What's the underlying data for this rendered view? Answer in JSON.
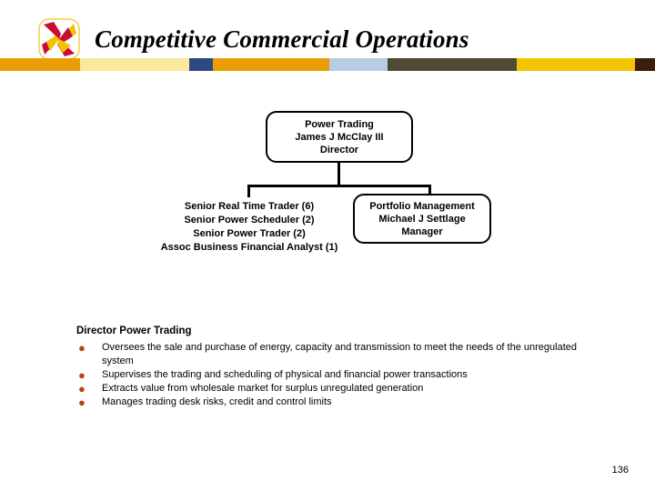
{
  "slide": {
    "title": "Competitive Commercial Operations",
    "page_number": "136",
    "logo_name": "pinwheel-square-logo",
    "background_color": "#ffffff"
  },
  "color_bar": {
    "segments": [
      {
        "color": "#eb9d06",
        "width": 88
      },
      {
        "color": "#fbe99b",
        "width": 120
      },
      {
        "color": "#2d4a80",
        "width": 26
      },
      {
        "color": "#eb9d06",
        "width": 128
      },
      {
        "color": "#b8cce4",
        "width": 64
      },
      {
        "color": "#4f4a38",
        "width": 142
      },
      {
        "color": "#f2c500",
        "width": 130
      },
      {
        "color": "#3b1f0b",
        "width": 40
      },
      {
        "color": "#ece0c6",
        "width": 28
      },
      {
        "color": "#f2f2f0",
        "width": 60
      },
      {
        "color": "#e3201f",
        "width": 76
      },
      {
        "color": "#3c8a21",
        "width": 26
      }
    ]
  },
  "org_chart": {
    "nodes": [
      {
        "id": "power-trading",
        "style": "box",
        "lines": [
          "Power Trading",
          "James J McClay III",
          "Director"
        ]
      },
      {
        "id": "trader-roles",
        "style": "plain",
        "lines": [
          "Senior Real Time Trader (6)",
          "Senior Power Scheduler (2)",
          "Senior Power Trader (2)",
          "Assoc Business Financial Analyst (1)"
        ]
      },
      {
        "id": "portfolio-management",
        "style": "box",
        "lines": [
          "Portfolio Management",
          "Michael J Settlage",
          "Manager"
        ]
      }
    ]
  },
  "body": {
    "heading": "Director Power Trading",
    "bullet_glyph": "●",
    "bullet_color": "#b4460f",
    "bullets": [
      "Oversees the sale and purchase of energy, capacity and transmission to meet the needs of the unregulated system",
      "Supervises the trading and scheduling of physical and financial power transactions",
      "Extracts value from wholesale market for surplus unregulated generation",
      "Manages trading desk risks, credit and control limits"
    ]
  }
}
